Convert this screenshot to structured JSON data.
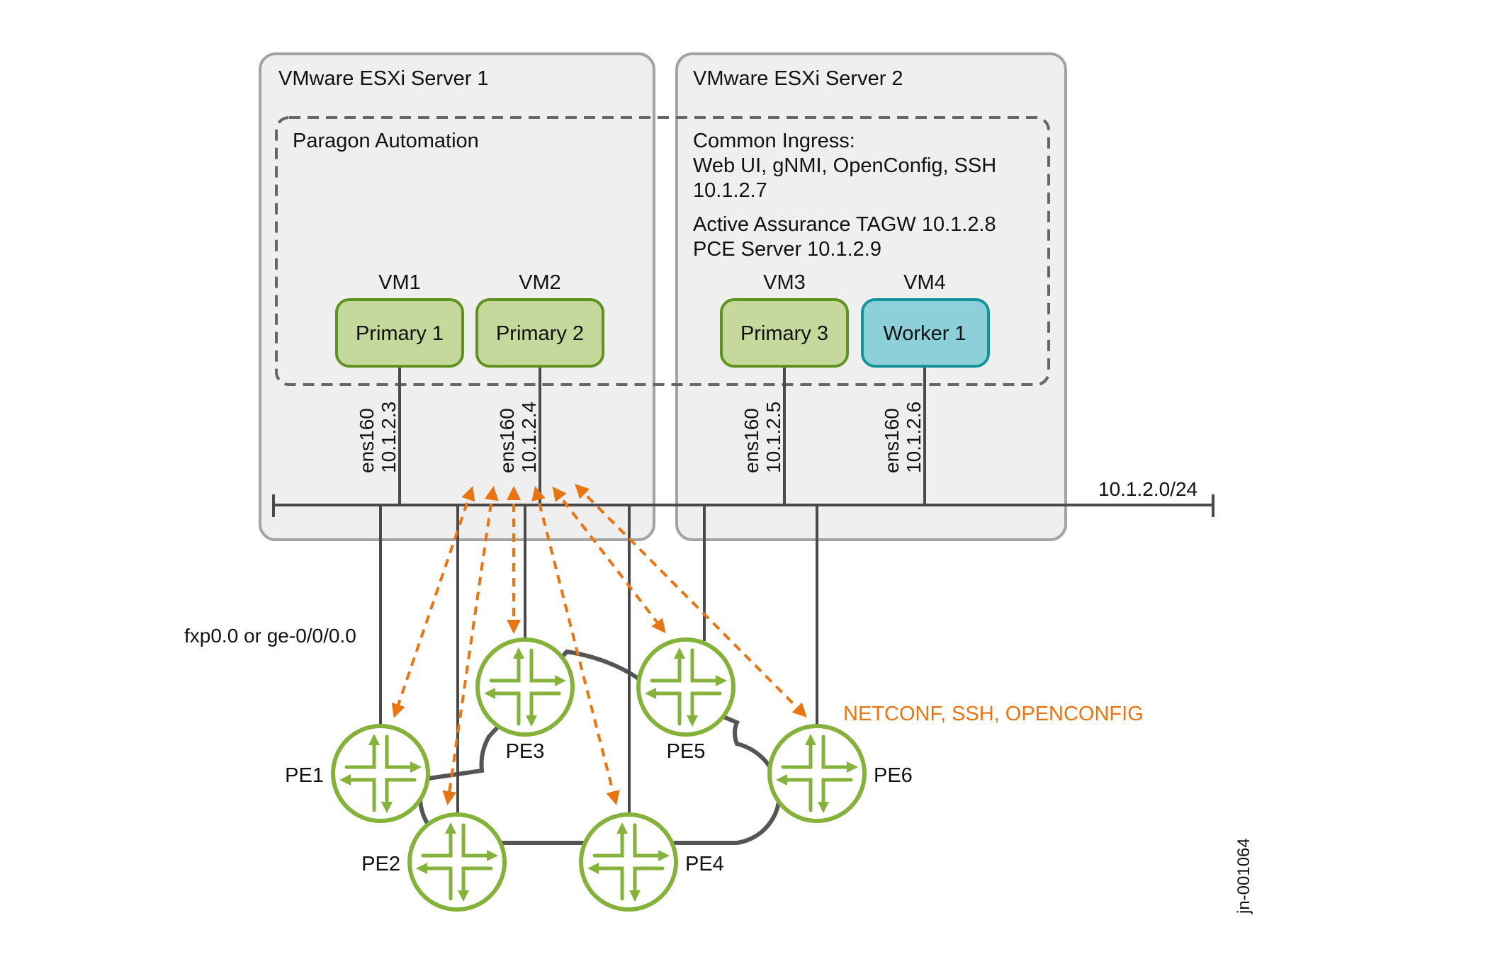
{
  "servers": [
    {
      "id": "esxi1",
      "title": "VMware ESXi Server 1"
    },
    {
      "id": "esxi2",
      "title": "VMware ESXi Server 2"
    }
  ],
  "cluster": {
    "title": "Paragon Automation",
    "ingress_lines": [
      "Common Ingress:",
      "Web UI, gNMI, OpenConfig, SSH",
      "10.1.2.7"
    ],
    "service_lines": [
      "Active Assurance TAGW 10.1.2.8",
      "PCE Server 10.1.2.9"
    ]
  },
  "vms": [
    {
      "vm": "VM1",
      "role": "Primary 1",
      "kind": "primary",
      "iface": "ens160",
      "ip": "10.1.2.3"
    },
    {
      "vm": "VM2",
      "role": "Primary 2",
      "kind": "primary",
      "iface": "ens160",
      "ip": "10.1.2.4"
    },
    {
      "vm": "VM3",
      "role": "Primary 3",
      "kind": "primary",
      "iface": "ens160",
      "ip": "10.1.2.5"
    },
    {
      "vm": "VM4",
      "role": "Worker 1",
      "kind": "worker",
      "iface": "ens160",
      "ip": "10.1.2.6"
    }
  ],
  "network": {
    "subnet": "10.1.2.0/24",
    "mgmt_interface": "fxp0.0 or ge-0/0/0.0",
    "protocols": "NETCONF, SSH, OPENCONFIG"
  },
  "routers": [
    {
      "name": "PE1"
    },
    {
      "name": "PE2"
    },
    {
      "name": "PE3"
    },
    {
      "name": "PE4"
    },
    {
      "name": "PE5"
    },
    {
      "name": "PE6"
    }
  ],
  "figure_id": "jn-001064",
  "colors": {
    "primary_fill": "#c4d99b",
    "primary_border": "#5f921f",
    "worker_fill": "#8dd0d9",
    "worker_border": "#12939e",
    "router_green": "#84b23a",
    "mgmt_orange": "#e87511"
  }
}
